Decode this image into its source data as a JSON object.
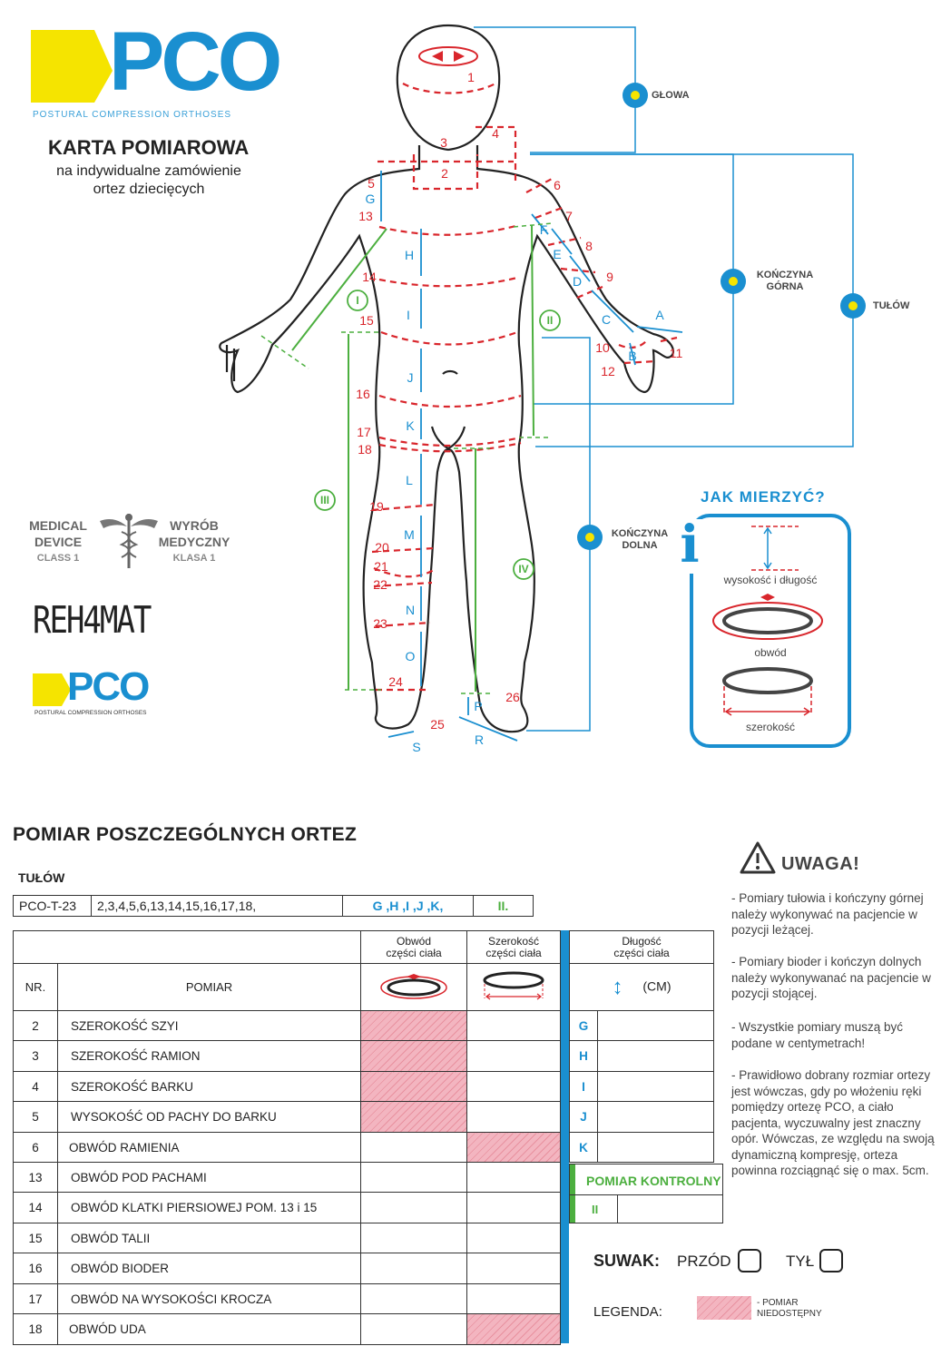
{
  "header": {
    "logo": "PCO",
    "logo_subtitle": "POSTURAL COMPRESSION ORTHOSES",
    "title": "KARTA POMIAROWA",
    "subtitle_line1": "na indywidualne zamówienie",
    "subtitle_line2": "ortez dziecięcych"
  },
  "badges": {
    "medical_device_l1": "MEDICAL",
    "medical_device_l2": "DEVICE",
    "medical_device_class": "CLASS 1",
    "wyrob_l1": "WYRÓB",
    "wyrob_l2": "MEDYCZNY",
    "wyrob_class": "KLASA 1",
    "rehamat": "REH4MAT",
    "logo_small": "PCO",
    "logo_small_subtitle": "POSTURAL COMPRESSION ORTHOSES"
  },
  "body_sections": {
    "glowa": "GŁOWA",
    "konczyna_gorna_l1": "KOŃCZYNA",
    "konczyna_gorna_l2": "GÓRNA",
    "tulow": "TUŁÓW",
    "konczyna_dolna_l1": "KOŃCZYNA",
    "konczyna_dolna_l2": "DOLNA"
  },
  "how_to": {
    "title": "JAK MIERZYĆ?",
    "height_length": "wysokość i długość",
    "circumference": "obwód",
    "width": "szerokość"
  },
  "diagram_numbers": [
    "1",
    "2",
    "3",
    "4",
    "5",
    "6",
    "7",
    "8",
    "9",
    "10",
    "11",
    "12",
    "13",
    "14",
    "15",
    "16",
    "17",
    "18",
    "19",
    "20",
    "21",
    "22",
    "23",
    "24",
    "25",
    "26"
  ],
  "diagram_letters": [
    "A",
    "B",
    "C",
    "D",
    "E",
    "F",
    "G",
    "H",
    "I",
    "J",
    "K",
    "L",
    "M",
    "N",
    "O",
    "P",
    "R",
    "S"
  ],
  "diagram_roman": [
    "I",
    "II",
    "III",
    "IV"
  ],
  "section": {
    "title": "POMIAR POSZCZEGÓLNYCH ORTEZ",
    "subsection": "TUŁÓW",
    "code": "PCO-T-23",
    "numbers": "2,3,4,5,6,13,14,15,16,17,18,",
    "letters": "G ,H ,I ,J ,K,",
    "control": "II."
  },
  "table": {
    "col_obwod_l1": "Obwód",
    "col_obwod_l2": "części ciała",
    "col_szerokosc_l1": "Szerokość",
    "col_szerokosc_l2": "części ciała",
    "col_dlugosc_l1": "Długość",
    "col_dlugosc_l2": "części ciała",
    "col_nr": "NR.",
    "col_pomiar": "POMIAR",
    "unit": "(CM)",
    "rows": [
      {
        "nr": "2",
        "name": "SZEROKOŚĆ SZYI"
      },
      {
        "nr": "3",
        "name": "SZEROKOŚĆ RAMION"
      },
      {
        "nr": "4",
        "name": "SZEROKOŚĆ BARKU"
      },
      {
        "nr": "5",
        "name": "WYSOKOŚĆ OD PACHY DO BARKU"
      },
      {
        "nr": "6",
        "name": "OBWÓD RAMIENIA"
      },
      {
        "nr": "13",
        "name": "OBWÓD POD PACHAMI"
      },
      {
        "nr": "14",
        "name": "OBWÓD KLATKI PIERSIOWEJ POM. 13 i 15"
      },
      {
        "nr": "15",
        "name": "OBWÓD TALII"
      },
      {
        "nr": "16",
        "name": "OBWÓD BIODER"
      },
      {
        "nr": "17",
        "name": "OBWÓD NA WYSOKOŚCI KROCZA"
      },
      {
        "nr": "18",
        "name": "OBWÓD UDA"
      }
    ],
    "length_letters": [
      "G",
      "H",
      "I",
      "J",
      "K"
    ],
    "control_label": "POMIAR KONTROLNY",
    "control_value": "II"
  },
  "uwaga": {
    "title": "UWAGA!",
    "p1": "- Pomiary tułowia i kończyny górnej należy wykonywać na pacjencie w pozycji leżącej.",
    "p2": "- Pomiary bioder i kończyn dolnych należy wykonywanać na pacjencie w pozycji stojącej.",
    "p3": "- Wszystkie pomiary muszą być podane w centymetrach!",
    "p4": "- Prawidłowo dobrany rozmiar ortezy jest wówczas, gdy po włożeniu ręki pomiędzy ortezę PCO, a ciało pacjenta, wyczuwalny jest znaczny opór. Wówczas, ze względu na swoją dynamiczną kompresję, orteza powinna rozciągnąć się o max. 5cm."
  },
  "suwak": {
    "label": "SUWAK:",
    "front": "PRZÓD",
    "back": "TYŁ"
  },
  "legend": {
    "label": "LEGENDA:",
    "item_l1": "- POMIAR",
    "item_l2": "NIEDOSTĘPNY"
  },
  "colors": {
    "yellow": "#f5e400",
    "blue": "#1a8fd0",
    "red": "#d9262c",
    "green": "#4caf3f",
    "hatch": "#e8919f"
  }
}
